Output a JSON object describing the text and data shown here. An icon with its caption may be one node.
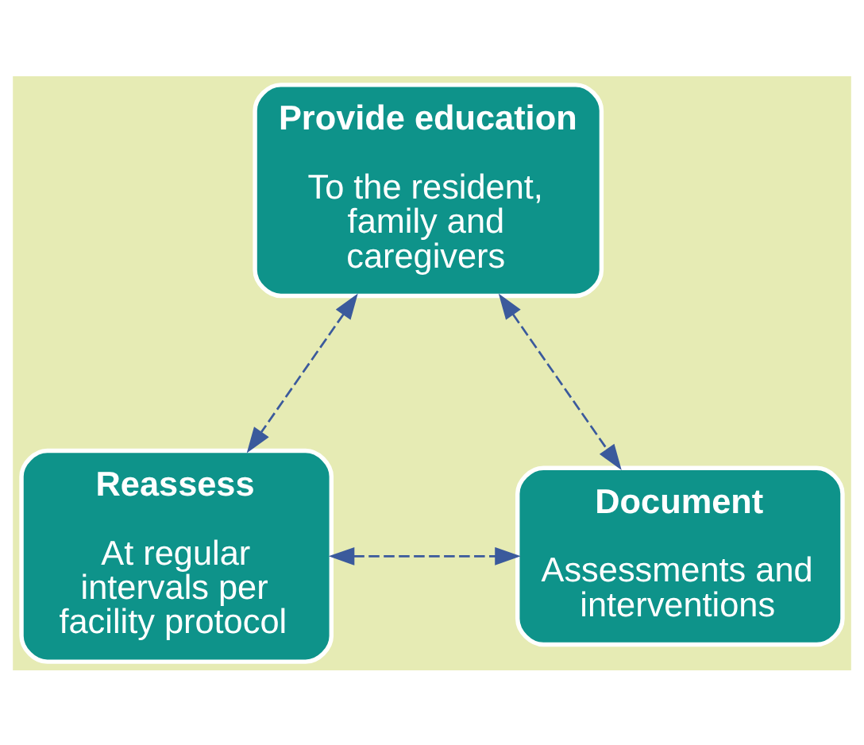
{
  "diagram": {
    "nodes": [
      {
        "text": [
          "Provide education",
          "To the resident, family and caregivers"
        ]
      },
      {
        "text": [
          "Reassess",
          "At regular intervals per facility protocol"
        ]
      },
      {
        "text": [
          "Document",
          "Assessments and interventions"
        ]
      }
    ],
    "edges": [
      {
        "from": 0,
        "to": 1,
        "arrow": "both",
        "style": "dashed"
      },
      {
        "from": 0,
        "to": 2,
        "arrow": "both",
        "style": "dashed"
      },
      {
        "from": 1,
        "to": 2,
        "arrow": "both",
        "style": "dashed"
      }
    ]
  }
}
